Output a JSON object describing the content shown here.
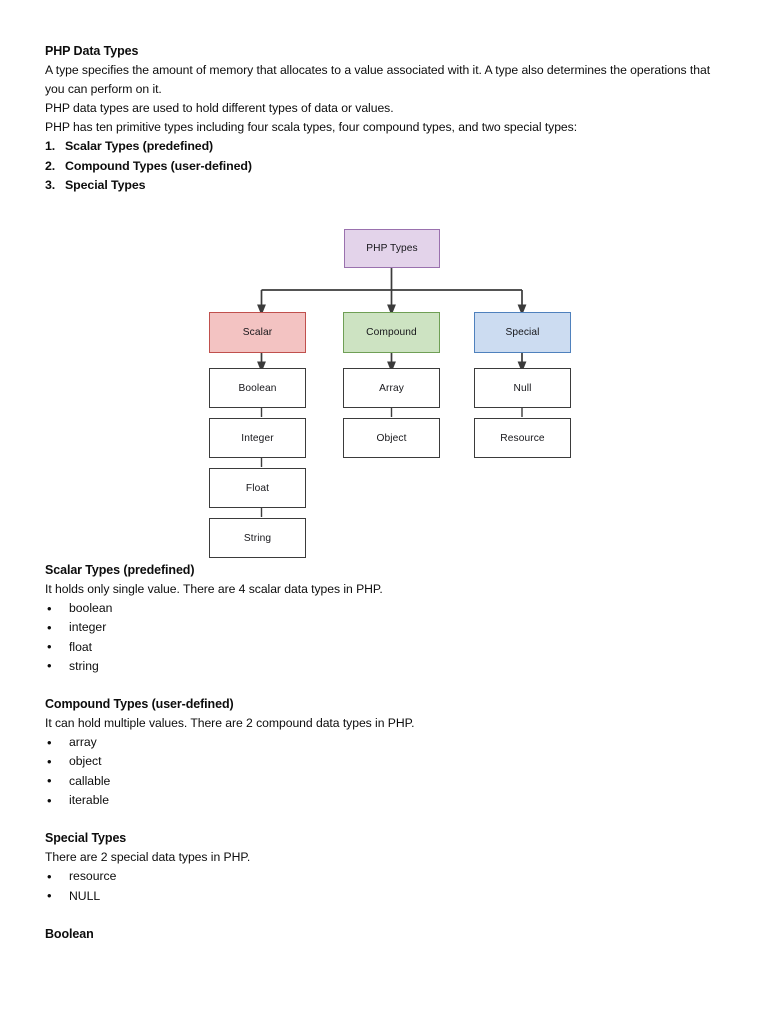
{
  "document": {
    "title": "PHP Data Types",
    "intro_paragraphs": [
      "A type specifies the amount of memory that allocates to a value associated with it. A type also determines the operations that you can perform on it.",
      "PHP data types are used to hold different types of data or values.",
      "PHP has ten primitive types including four scala types, four compound types, and two special types:"
    ],
    "numbered_list": [
      {
        "num": "1.",
        "label": "Scalar Types (predefined)"
      },
      {
        "num": "2.",
        "label": "Compound Types (user-defined)"
      },
      {
        "num": "3.",
        "label": "Special Types"
      }
    ],
    "sections": [
      {
        "heading": "Scalar Types (predefined)",
        "body": "It holds only single value. There are 4 scalar data types in PHP.",
        "items": [
          "boolean",
          "integer",
          "float",
          "string"
        ]
      },
      {
        "heading": "Compound Types (user-defined)",
        "body": "It can hold multiple values. There are 2 compound data types in PHP.",
        "items": [
          "array",
          "object",
          "callable",
          "iterable"
        ]
      },
      {
        "heading": "Special Types",
        "body": "There are 2 special data types in PHP.",
        "items": [
          "resource",
          "NULL"
        ]
      }
    ],
    "trailing_heading": "Boolean",
    "bullet_glyph": "•"
  },
  "diagram": {
    "root": {
      "label": "PHP Types",
      "fill": "#e3d3ea",
      "border": "#9a71ae"
    },
    "branches": [
      {
        "label": "Scalar",
        "fill": "#f3c3c2",
        "border": "#c0504d",
        "children": [
          "Boolean",
          "Integer",
          "Float",
          "String"
        ]
      },
      {
        "label": "Compound",
        "fill": "#cde3c2",
        "border": "#6f9f55",
        "children": [
          "Array",
          "Object"
        ]
      },
      {
        "label": "Special",
        "fill": "#ccdcf1",
        "border": "#4f81bd",
        "children": [
          "Null",
          "Resource"
        ]
      }
    ],
    "connector_color": "#3b3b3b",
    "plain_node_fill": "#ffffff",
    "plain_node_border": "#3b3b3b"
  }
}
